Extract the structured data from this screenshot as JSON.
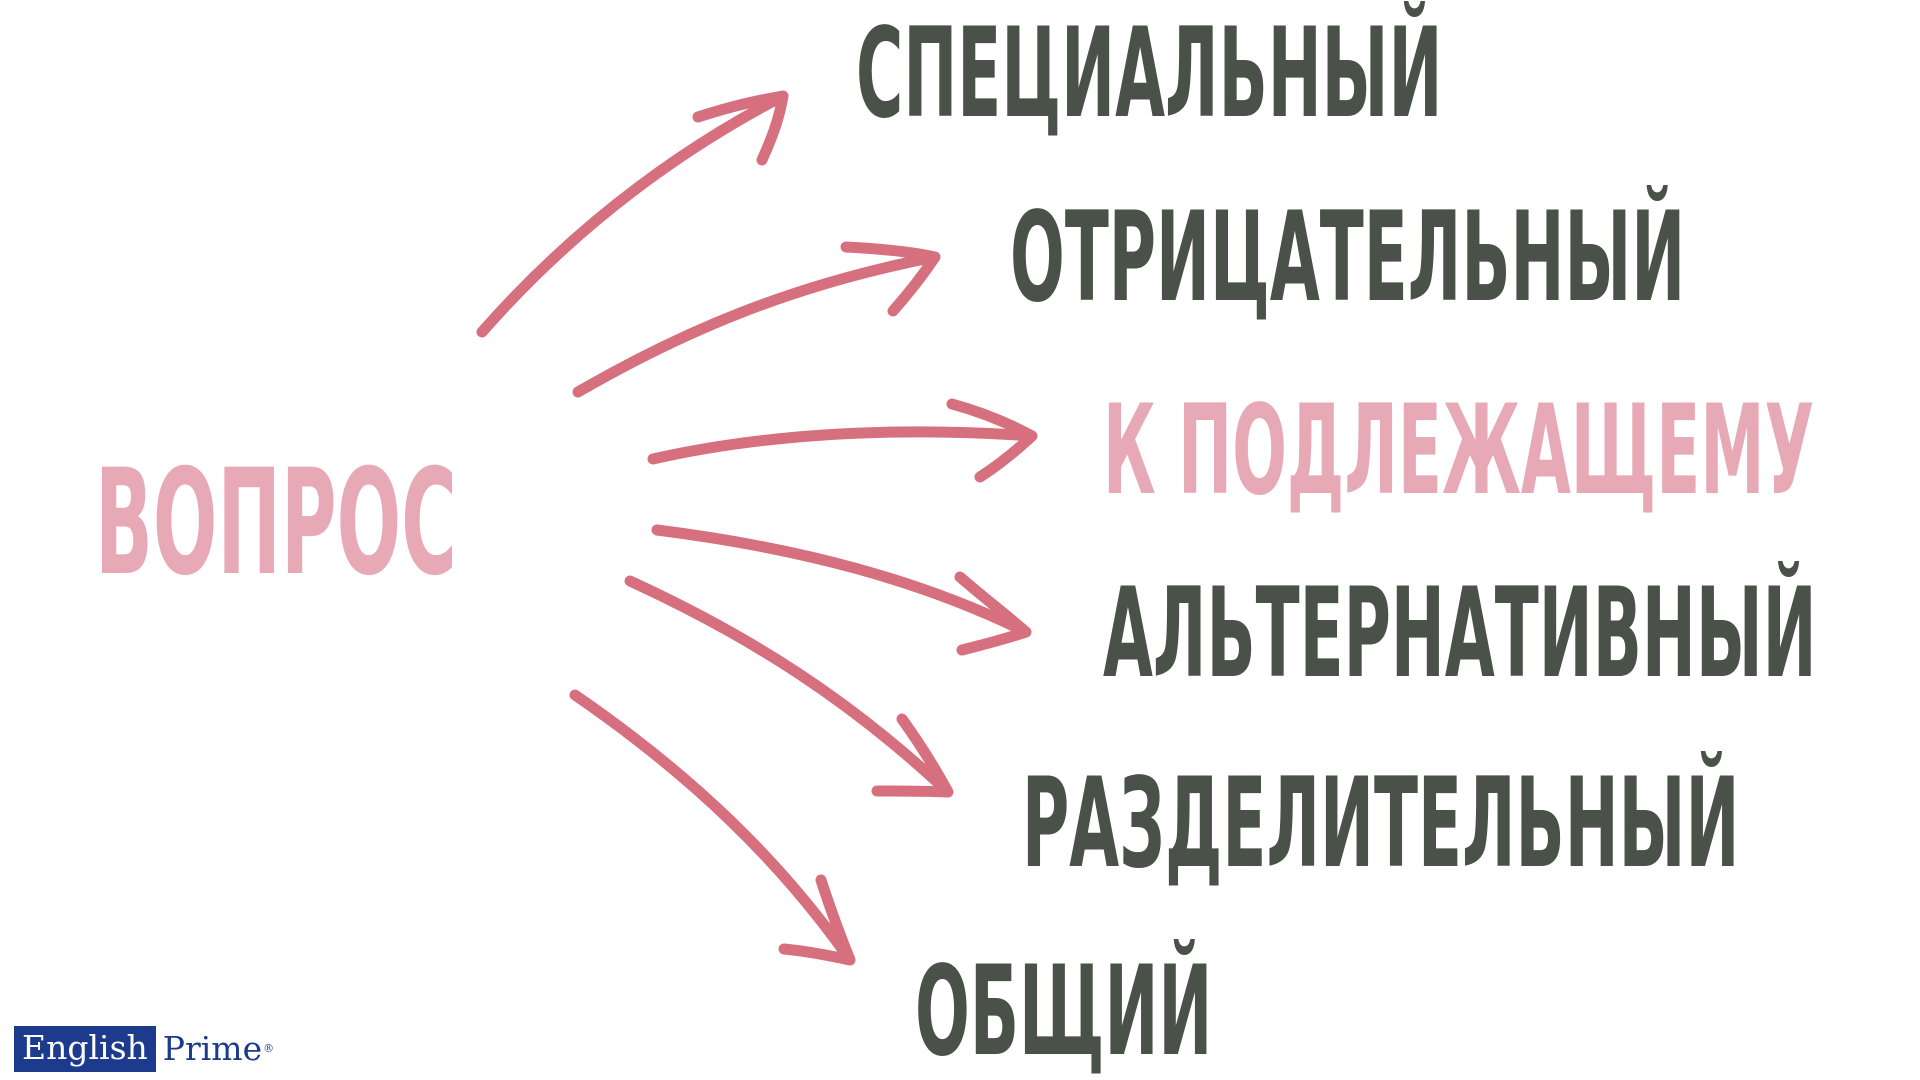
{
  "center": {
    "label": "ВОПРОС",
    "color": "#e8a9b6"
  },
  "types": [
    {
      "label": "СПЕЦИАЛЬНЫЙ",
      "color": "#4a5149"
    },
    {
      "label": "ОТРИЦАТЕЛЬНЫЙ",
      "color": "#4a5149"
    },
    {
      "label": "К ПОДЛЕЖАЩЕМУ",
      "color": "#e8a9b6"
    },
    {
      "label": "АЛЬТЕРНАТИВНЫЙ",
      "color": "#4a5149"
    },
    {
      "label": "РАЗДЕЛИТЕЛЬНЫЙ",
      "color": "#4a5149"
    },
    {
      "label": "ОБЩИЙ",
      "color": "#4a5149"
    }
  ],
  "arrow_color": "#d6707f",
  "logo": {
    "part1": "English",
    "part2": "Prime",
    "reg": "®",
    "box_color": "#1d3b8c",
    "text_color": "#1d3b8c"
  }
}
